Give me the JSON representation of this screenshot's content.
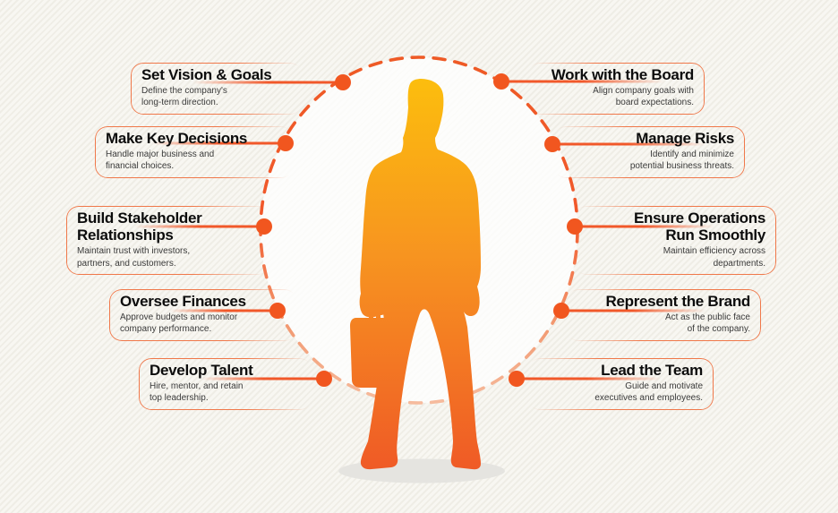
{
  "infographic": {
    "subject": "CEO responsibilities diagram",
    "colors": {
      "accent": "#F1582A",
      "dashed_circle_top": "#EE5A26",
      "dashed_circle_bottom": "#F6BB9D",
      "card_border": "#F0784A",
      "background": "#F8F7F2",
      "title_text": "#0C0C0C",
      "description_text": "#3A3A3A",
      "figure_gradient_top": "#FCBE0D",
      "figure_gradient_mid": "#F79420",
      "figure_gradient_bottom": "#EF5926",
      "floor_shadow": "#E5E4E0"
    },
    "left_items": [
      {
        "title": "Set Vision & Goals",
        "description": "Define the company's\nlong-term direction."
      },
      {
        "title": "Make Key Decisions",
        "description": "Handle major business and\nfinancial choices."
      },
      {
        "title": "Build Stakeholder\nRelationships",
        "description": "Maintain trust with investors,\npartners, and customers."
      },
      {
        "title": "Oversee Finances",
        "description": "Approve budgets and monitor\ncompany performance."
      },
      {
        "title": "Develop Talent",
        "description": "Hire, mentor, and retain\ntop leadership."
      }
    ],
    "right_items": [
      {
        "title": "Work with the Board",
        "description": "Align company goals with\nboard expectations."
      },
      {
        "title": "Manage Risks",
        "description": "Identify and minimize\npotential business threats."
      },
      {
        "title": "Ensure Operations\nRun Smoothly",
        "description": "Maintain efficiency across\ndepartments."
      },
      {
        "title": "Represent the Brand",
        "description": "Act as the public face\nof the company."
      },
      {
        "title": "Lead the Team",
        "description": "Guide and motivate\nexecutives and employees."
      }
    ]
  }
}
